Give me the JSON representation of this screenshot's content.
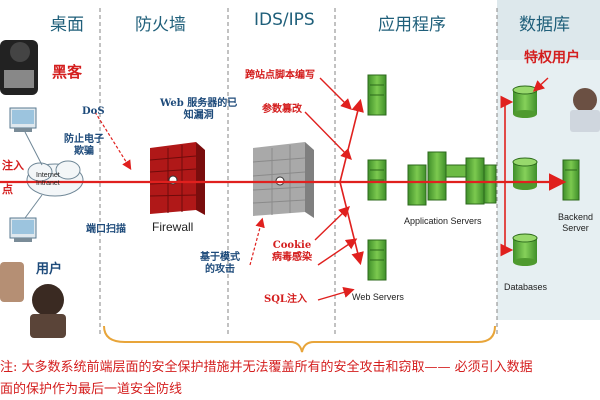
{
  "headers": {
    "desktop": "桌面",
    "firewall": "防火墙",
    "idsips": "IDS/IPS",
    "apps": "应用程序",
    "database": "数据库"
  },
  "labels": {
    "hacker": "黑客",
    "user": "用户",
    "privileged_user": "特权用户",
    "injection_left": "注入",
    "point_left": "点",
    "dos": "DoS",
    "anti_fraud": "防止电子\n欺骗",
    "port_scan": "端口扫描",
    "web_server_known": "Web 服务器的已\n知漏洞",
    "param_tamper": "参数篡改",
    "xss": "跨站点脚本编写",
    "pattern_attack": "基于模式\n的攻击",
    "cookie": "Cookie\n病毒感染",
    "sql_injection": "SQL注入"
  },
  "captions": {
    "internet": "Internet\nIntranet",
    "firewall": "Firewall",
    "app_servers": "Application Servers",
    "web_servers": "Web Servers",
    "databases": "Databases",
    "backend": "Backend\nServer"
  },
  "note": {
    "line1": "注: 大多数系统前端层面的安全保护措施并无法覆盖所有的安全攻击和窃取—— 必须引入数据",
    "line2": "面的保护作为最后一道安全防线"
  },
  "colors": {
    "header": "#1f5f7a",
    "attack": "#e0201e",
    "server_green": "#5fb13a",
    "db_panel": "#dde8ec",
    "brace": "#e8a53a"
  }
}
